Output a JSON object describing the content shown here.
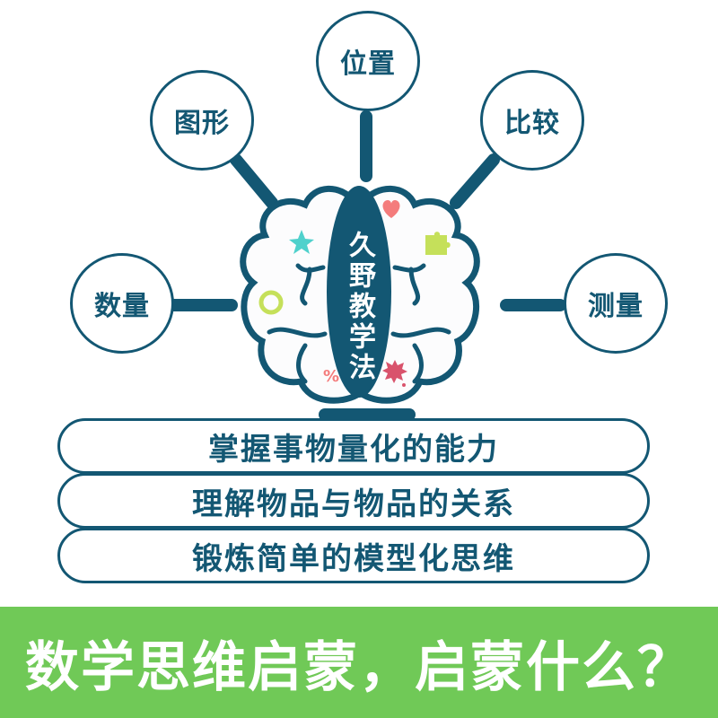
{
  "center": {
    "title": "久野教学法"
  },
  "bubbles": [
    {
      "id": "quantity",
      "label": "数量"
    },
    {
      "id": "shape",
      "label": "图形"
    },
    {
      "id": "position",
      "label": "位置"
    },
    {
      "id": "compare",
      "label": "比较"
    },
    {
      "id": "measure",
      "label": "测量"
    }
  ],
  "abilities": [
    {
      "label": "掌握事物量化的能力"
    },
    {
      "label": "理解物品与物品的关系"
    },
    {
      "label": "锻炼简单的模型化思维"
    }
  ],
  "banner": {
    "headline": "数学思维启蒙，启蒙什么？"
  },
  "decorations": {
    "icons": [
      "starfish-icon",
      "heart-icon",
      "puzzle-piece-icon",
      "gear-ring-icon",
      "percent-icon",
      "splat-icon"
    ]
  },
  "colors": {
    "primary": "#135773",
    "banner_green": "#70c957",
    "heart": "#f47c7c",
    "starfish": "#4fd1cc",
    "puzzle": "#c5e05a",
    "gear": "#c5e05a",
    "percent": "#f47c7c",
    "splat": "#d9536c"
  }
}
